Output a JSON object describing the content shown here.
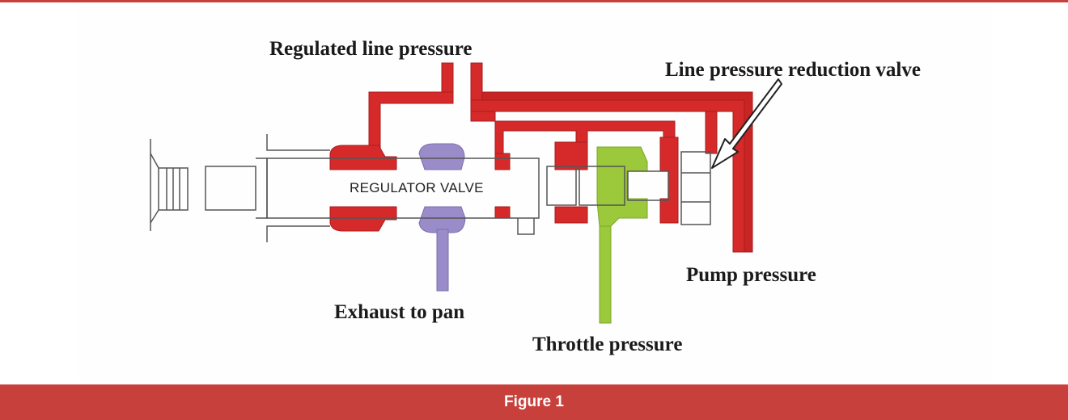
{
  "diagram": {
    "labels": {
      "regulated_line_pressure": "Regulated line pressure",
      "line_pressure_reduction_valve": "Line pressure reduction valve",
      "regulator_valve": "REGULATOR VALVE",
      "pump_pressure": "Pump pressure",
      "exhaust_to_pan": "Exhaust to pan",
      "throttle_pressure": "Throttle pressure"
    },
    "colors": {
      "line_pressure": "#d62a2a",
      "exhaust": "#9a8cc8",
      "throttle": "#9cc93c",
      "outline": "#555555"
    }
  },
  "caption": "Figure 1"
}
